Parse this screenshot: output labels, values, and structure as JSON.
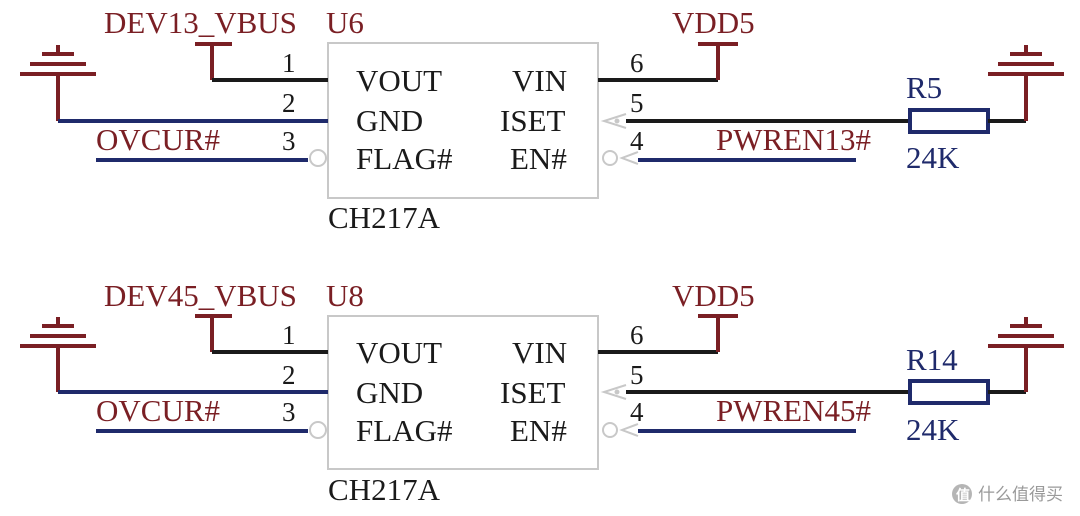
{
  "colors": {
    "power_net": "#7a1f24",
    "signal_net": "#1f2a6b",
    "wire": "#1a1a1a",
    "chip_border": "#c8c8c8",
    "resistor": "#1f2a6b"
  },
  "circuits": [
    {
      "ref": "U6",
      "part": "CH217A",
      "vbus_net": "DEV13_VBUS",
      "vdd_net": "VDD5",
      "flag_net": "OVCUR#",
      "en_net": "PWREN13#",
      "resistor_ref": "R5",
      "resistor_value": "24K",
      "left_pins": [
        {
          "num": "1",
          "name": "VOUT"
        },
        {
          "num": "2",
          "name": "GND"
        },
        {
          "num": "3",
          "name": "FLAG#"
        }
      ],
      "right_pins": [
        {
          "num": "6",
          "name": "VIN"
        },
        {
          "num": "5",
          "name": "ISET"
        },
        {
          "num": "4",
          "name": "EN#"
        }
      ]
    },
    {
      "ref": "U8",
      "part": "CH217A",
      "vbus_net": "DEV45_VBUS",
      "vdd_net": "VDD5",
      "flag_net": "OVCUR#",
      "en_net": "PWREN45#",
      "resistor_ref": "R14",
      "resistor_value": "24K",
      "left_pins": [
        {
          "num": "1",
          "name": "VOUT"
        },
        {
          "num": "2",
          "name": "GND"
        },
        {
          "num": "3",
          "name": "FLAG#"
        }
      ],
      "right_pins": [
        {
          "num": "6",
          "name": "VIN"
        },
        {
          "num": "5",
          "name": "ISET"
        },
        {
          "num": "4",
          "name": "EN#"
        }
      ]
    }
  ],
  "watermark": {
    "icon": "zhihu-logo-icon",
    "text": "什么值得买"
  }
}
